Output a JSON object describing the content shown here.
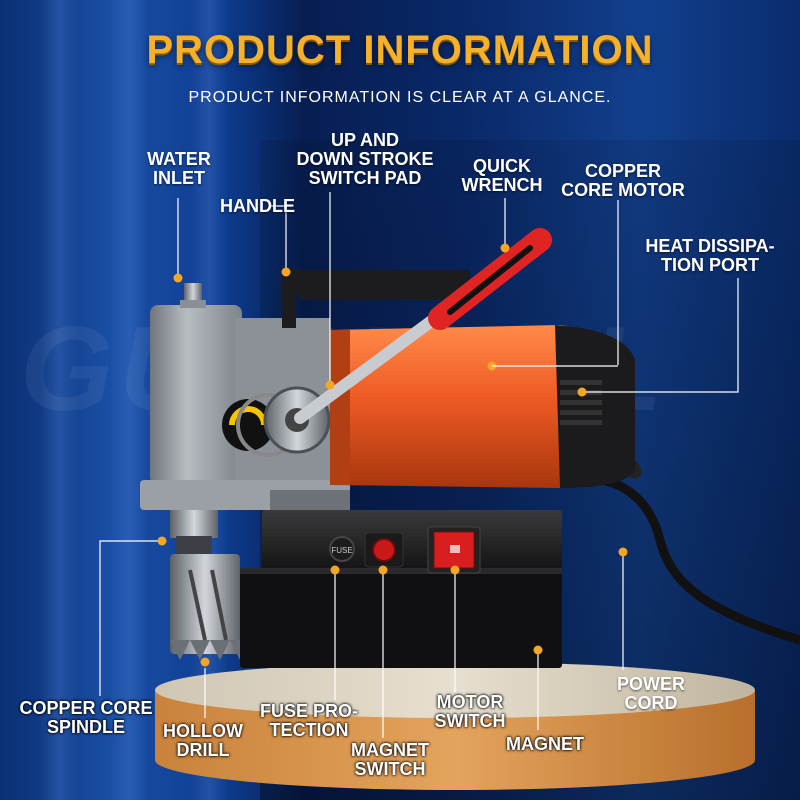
{
  "header": {
    "title": "PRODUCT INFORMATION",
    "subtitle": "PRODUCT INFORMATION IS CLEAR AT A GLANCE."
  },
  "watermark": "GUSHOOL",
  "labels": {
    "water_inlet": [
      "WATER",
      "INLET"
    ],
    "handle": [
      "HANDLE"
    ],
    "stroke_switch_pad": [
      "UP AND",
      "DOWN STROKE",
      "SWITCH PAD"
    ],
    "quick_wrench": [
      "QUICK",
      "WRENCH"
    ],
    "copper_core_motor": [
      "COPPER",
      "CORE MOTOR"
    ],
    "heat_dissipation_port": [
      "HEAT DISSIPA-",
      "TION PORT"
    ],
    "copper_core_spindle": [
      "COPPER CORE",
      "SPINDLE"
    ],
    "hollow_drill": [
      "HOLLOW",
      "DRILL"
    ],
    "fuse_protection": [
      "FUSE PRO-",
      "TECTION"
    ],
    "magnet_switch": [
      "MAGNET",
      "SWITCH"
    ],
    "motor_switch": [
      "MOTOR",
      "SWITCH"
    ],
    "magnet": [
      "MAGNET"
    ],
    "power_cord": [
      "POWER",
      "CORD"
    ]
  },
  "fuse_text": "FUSE",
  "colors": {
    "title": "#f5b12b",
    "callout_dot": "#f5a623",
    "motor_orange": "#ee5a24",
    "rocker_red": "#d81e1e",
    "wrench_red": "#e02424"
  }
}
